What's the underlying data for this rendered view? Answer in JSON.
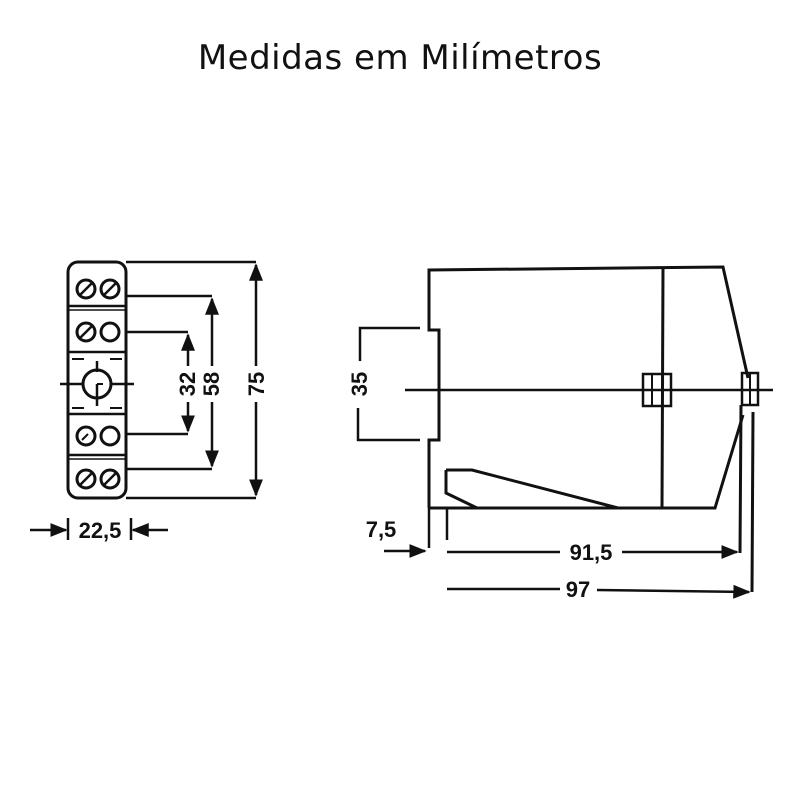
{
  "title": "Medidas em Milímetros",
  "colors": {
    "line": "#111111",
    "background": "#ffffff"
  },
  "front_view": {
    "terminals": [
      {
        "row": 1,
        "left": "screw",
        "right": "screw"
      },
      {
        "row": 2,
        "left": "screw",
        "right": "open"
      },
      {
        "row": 3,
        "center": "rotary-knob"
      },
      {
        "row": 4,
        "left": "screw",
        "right": "open"
      },
      {
        "row": 5,
        "left": "screw",
        "right": "screw"
      }
    ],
    "dimensions": {
      "inner_height": "32",
      "middle_height": "58",
      "total_height": "75",
      "width": "22,5"
    }
  },
  "side_view": {
    "dimensions": {
      "rail": "35",
      "offset": "7,5",
      "depth_body": "91,5",
      "depth_total": "97"
    }
  }
}
